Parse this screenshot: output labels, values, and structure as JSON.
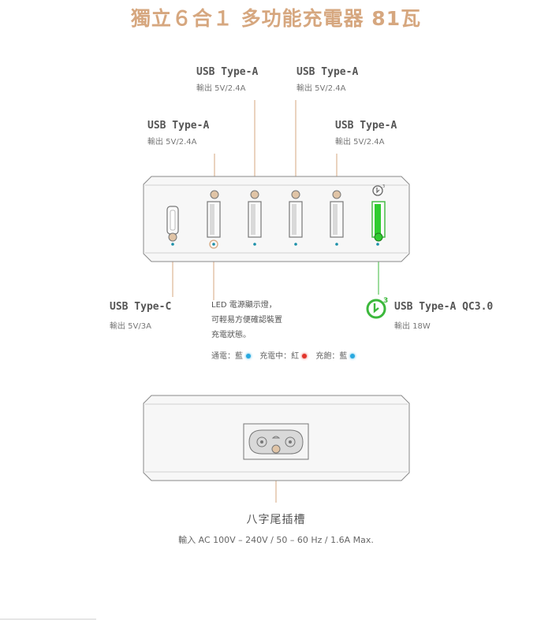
{
  "title": "獨立６合１ 多功能充電器 81瓦",
  "ports": {
    "usb_a_1": {
      "name": "USB Type-A",
      "spec": "輸出 5V/2.4A"
    },
    "usb_a_2": {
      "name": "USB Type-A",
      "spec": "輸出 5V/2.4A"
    },
    "usb_a_3": {
      "name": "USB Type-A",
      "spec": "輸出 5V/2.4A"
    },
    "usb_a_4": {
      "name": "USB Type-A",
      "spec": "輸出 5V/2.4A"
    },
    "usb_c": {
      "name": "USB Type-C",
      "spec": "輸出 5V/3A"
    },
    "usb_qc": {
      "name": "USB Type-A QC3.0",
      "spec": "輸出 18W"
    }
  },
  "led_note": {
    "line1": "LED 電源顯示燈，",
    "line2": "可輕易方便確認裝置",
    "line3": "充電狀態。"
  },
  "led_legend": [
    {
      "label": "通電：藍",
      "color": "#29a9e0"
    },
    {
      "label": "充電中：紅",
      "color": "#e2342b"
    },
    {
      "label": "充飽：藍",
      "color": "#29a9e0"
    }
  ],
  "inlet": {
    "title": "八字尾插槽",
    "spec": "輸入 AC 100V – 240V / 50 – 60 Hz / 1.6A Max."
  },
  "colors": {
    "accent": "#d6a77f",
    "qc_green": "#3cb83c",
    "indicator": "#1a8fa8"
  },
  "icons": {
    "qc_badge": "quick-charge-3-icon"
  }
}
